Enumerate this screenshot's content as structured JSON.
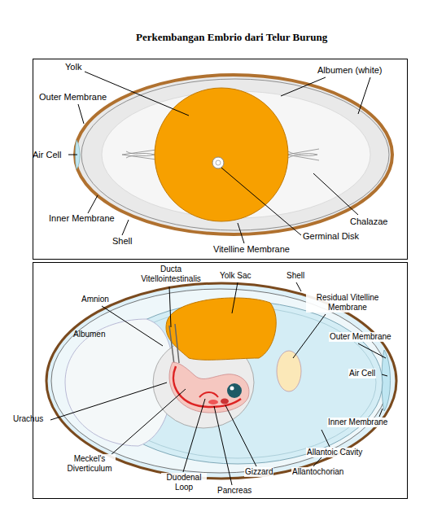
{
  "diagram": {
    "title": "Perkembangan Embrio dari Telur Burung",
    "labels": [
      "Yolk",
      "Albumen (white)",
      "Outer Membrane",
      "Air Cell",
      "Chalazae",
      "Inner Membrane",
      "Germinal Disk",
      "Shell",
      "Vitelline Membrane",
      "Ducta Vitellointestinalis",
      "Yolk Sac",
      "Shell",
      "Amnion",
      "Residual Vitelline Membrane",
      "Albumen",
      "Outer Membrane",
      "Air Cell",
      "Urachus",
      "Inner Membrane",
      "Meckel's Diverticulum",
      "Allantoic Cavity",
      "Duodenal Loop",
      "Gizzard",
      "Allantochorian",
      "Pancreas"
    ]
  }
}
